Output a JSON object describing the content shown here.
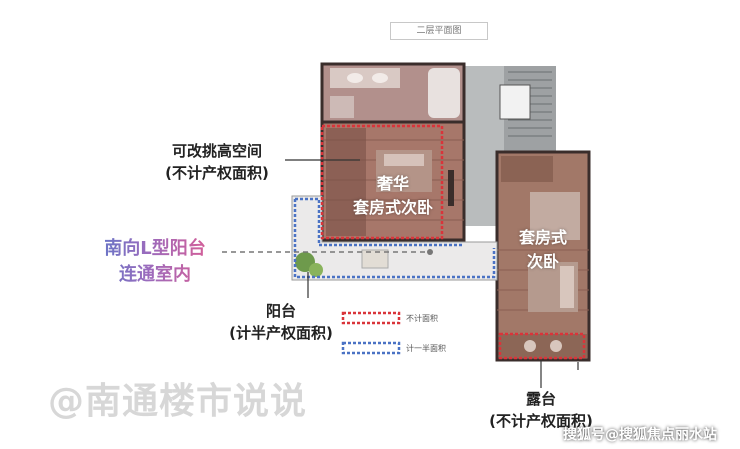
{
  "plan_title": "二层平面图",
  "labels": {
    "high_space": {
      "line1": "可改挑高空间",
      "line2": "(不计产权面积)"
    },
    "south_balcony": {
      "line1": "南向L型阳台",
      "line2": "连通室内"
    },
    "balcony": {
      "line1": "阳台",
      "line2": "(计半产权面积)"
    },
    "terrace": {
      "line1": "露台",
      "line2": "(不计产权面积)"
    }
  },
  "rooms": {
    "luxury_suite": {
      "line1": "奢华",
      "line2": "套房式次卧"
    },
    "suite": {
      "line1": "套房式",
      "line2": "次卧"
    }
  },
  "legend": [
    {
      "text": "不计面积",
      "color": "#d9343a"
    },
    {
      "text": "计一半面积",
      "color": "#4a72c4"
    }
  ],
  "watermark": "@南通楼市说说",
  "watermark2": "搜狐号@搜狐焦点丽水站",
  "colors": {
    "red_dash": "#d9343a",
    "blue_dash": "#4a72c4",
    "plan_wood": "#a7776a"
  }
}
